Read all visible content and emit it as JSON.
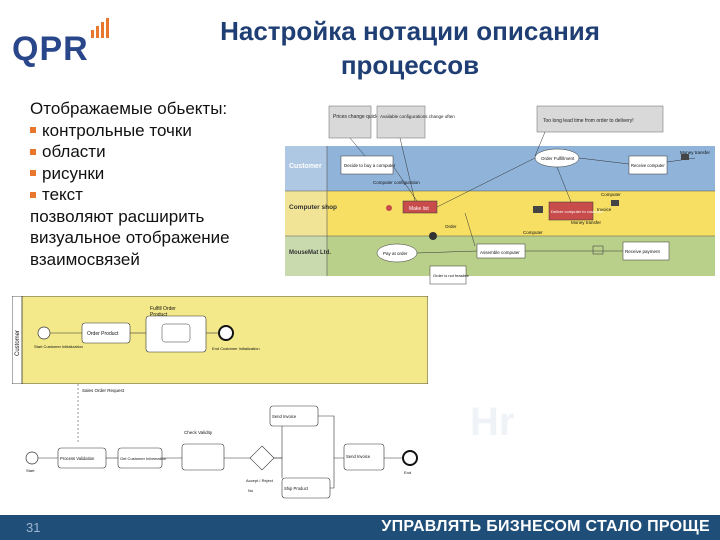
{
  "slide": {
    "title_line1": "Настройка нотации описания",
    "title_line2": "процессов",
    "logo_text": "QPR",
    "page_number": "31",
    "slogan": "УПРАВЛЯТЬ БИЗНЕСОМ СТАЛО ПРОЩЕ"
  },
  "text": {
    "heading": "Отображаемые обьекты:",
    "items": [
      "контрольные точки",
      "области",
      "рисунки",
      "текст"
    ],
    "closing": [
      "позволяют расширить",
      "визуальное отображение",
      "взаимосвязей"
    ]
  },
  "diagram1": {
    "lanes": [
      "Customer",
      "Computer shop",
      "MouseMat Ltd."
    ],
    "notes": [
      "Prices change quickly",
      "Available configurations change often",
      "Too long lead time from order to delivery!"
    ],
    "tasks": [
      "Decide to buy a computer",
      "Make list",
      "Order Fulfillment",
      "Receive computer",
      "Deliver computer to customer",
      "Assemble computer",
      "Receive payment"
    ],
    "gateways": [
      "Pay at order"
    ],
    "labels": [
      "Money transfer",
      "Computer configuration",
      "Order",
      "Computer",
      "Invoice",
      "Money transfer",
      "Computer",
      "Order is not feasible"
    ]
  },
  "diagram2": {
    "lane": "Customer",
    "tasks": [
      "Order Product",
      "Fulfill Order",
      "Product"
    ],
    "events": [
      "Start Customer Initialization",
      "End Customer Initialization"
    ]
  },
  "diagram3": {
    "lanes_label": "Sales Order Request",
    "tasks": [
      "Process Validation",
      "Get Customer Information",
      "Check Validity",
      "Send Invoice",
      "Ship Product",
      "Send Invoice"
    ],
    "labels": [
      "Start",
      "End",
      "Accept / Reject",
      "No"
    ]
  }
}
